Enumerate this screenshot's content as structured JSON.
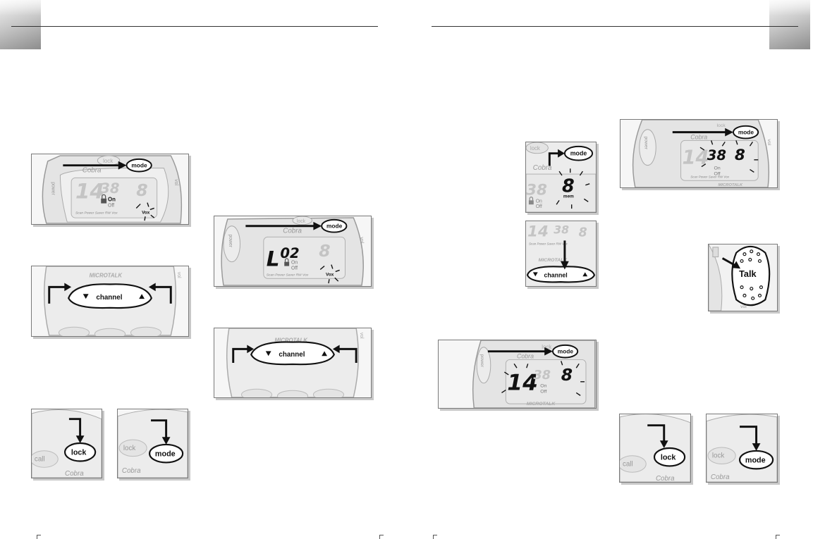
{
  "labels": {
    "mode": "mode",
    "lock": "lock",
    "call": "call",
    "channel": "channel",
    "talk": "Talk",
    "brand": "Cobra",
    "power": "power",
    "vol": "vol",
    "on": "On",
    "off": "Off",
    "vox": "Vox",
    "mem": "mem",
    "microtalk": "MICROTALK",
    "scan_power_saver": "Scan Power Saver RW Vox"
  },
  "lcd": {
    "ch14": "14",
    "ch38": "38",
    "ch8": "8",
    "l02_letter": "L",
    "l02_number": "02"
  },
  "icons": {
    "arrow": "arrow-icon",
    "up_triangle": "up-triangle-icon",
    "down_triangle": "down-triangle-icon",
    "padlock": "padlock-icon",
    "flash": "flash-rays-icon"
  }
}
